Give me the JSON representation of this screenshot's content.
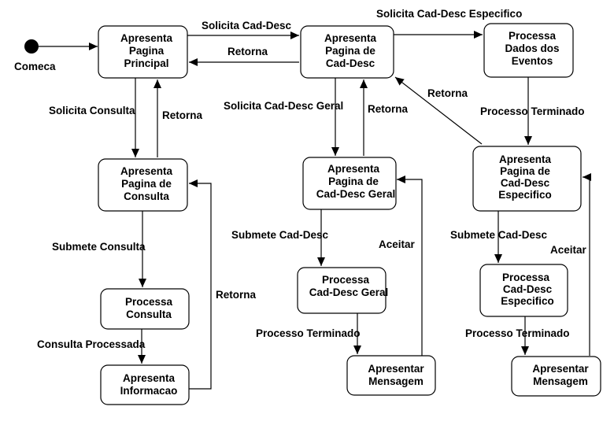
{
  "initial": {
    "label": "Comeca"
  },
  "states": {
    "principal": {
      "lines": [
        "Apresenta",
        "Pagina",
        "Principal"
      ]
    },
    "cad_desc": {
      "lines": [
        "Apresenta",
        "Pagina de",
        "Cad-Desc"
      ]
    },
    "dados_eventos": {
      "lines": [
        "Processa",
        "Dados dos",
        "Eventos"
      ]
    },
    "consulta": {
      "lines": [
        "Apresenta",
        "Pagina de",
        "Consulta"
      ]
    },
    "cad_desc_geral": {
      "lines": [
        "Apresenta",
        "Pagina de",
        "Cad-Desc Geral"
      ]
    },
    "cad_desc_espec": {
      "lines": [
        "Apresenta",
        "Pagina de",
        "Cad-Desc",
        "Especifico"
      ]
    },
    "proc_consulta": {
      "lines": [
        "Processa",
        "Consulta"
      ]
    },
    "proc_geral": {
      "lines": [
        "Processa",
        "Cad-Desc Geral"
      ]
    },
    "proc_espec": {
      "lines": [
        "Processa",
        "Cad-Desc",
        "Especifico"
      ]
    },
    "informacao": {
      "lines": [
        "Apresenta",
        "Informacao"
      ]
    },
    "msg_geral": {
      "lines": [
        "Apresentar",
        "Mensagem"
      ]
    },
    "msg_espec": {
      "lines": [
        "Apresentar",
        "Mensagem"
      ]
    }
  },
  "transitions": {
    "solicita_cad_desc": "Solicita Cad-Desc",
    "retorna_cad_principal": "Retorna",
    "solicita_especifico": "Solicita Cad-Desc Especifico",
    "solicita_consulta": "Solicita Consulta",
    "retorna_consulta": "Retorna",
    "solicita_geral": "Solicita Cad-Desc Geral",
    "retorna_geral": "Retorna",
    "retorna_espec": "Retorna",
    "processo_terminado_eventos": "Processo Terminado",
    "submete_consulta": "Submete Consulta",
    "submete_geral": "Submete Cad-Desc",
    "submete_espec": "Submete Cad-Desc",
    "consulta_processada": "Consulta Processada",
    "retorna_informacao": "Retorna",
    "processo_terminado_geral": "Processo Terminado",
    "processo_terminado_espec": "Processo Terminado",
    "aceitar_geral": "Aceitar",
    "aceitar_espec": "Aceitar"
  }
}
